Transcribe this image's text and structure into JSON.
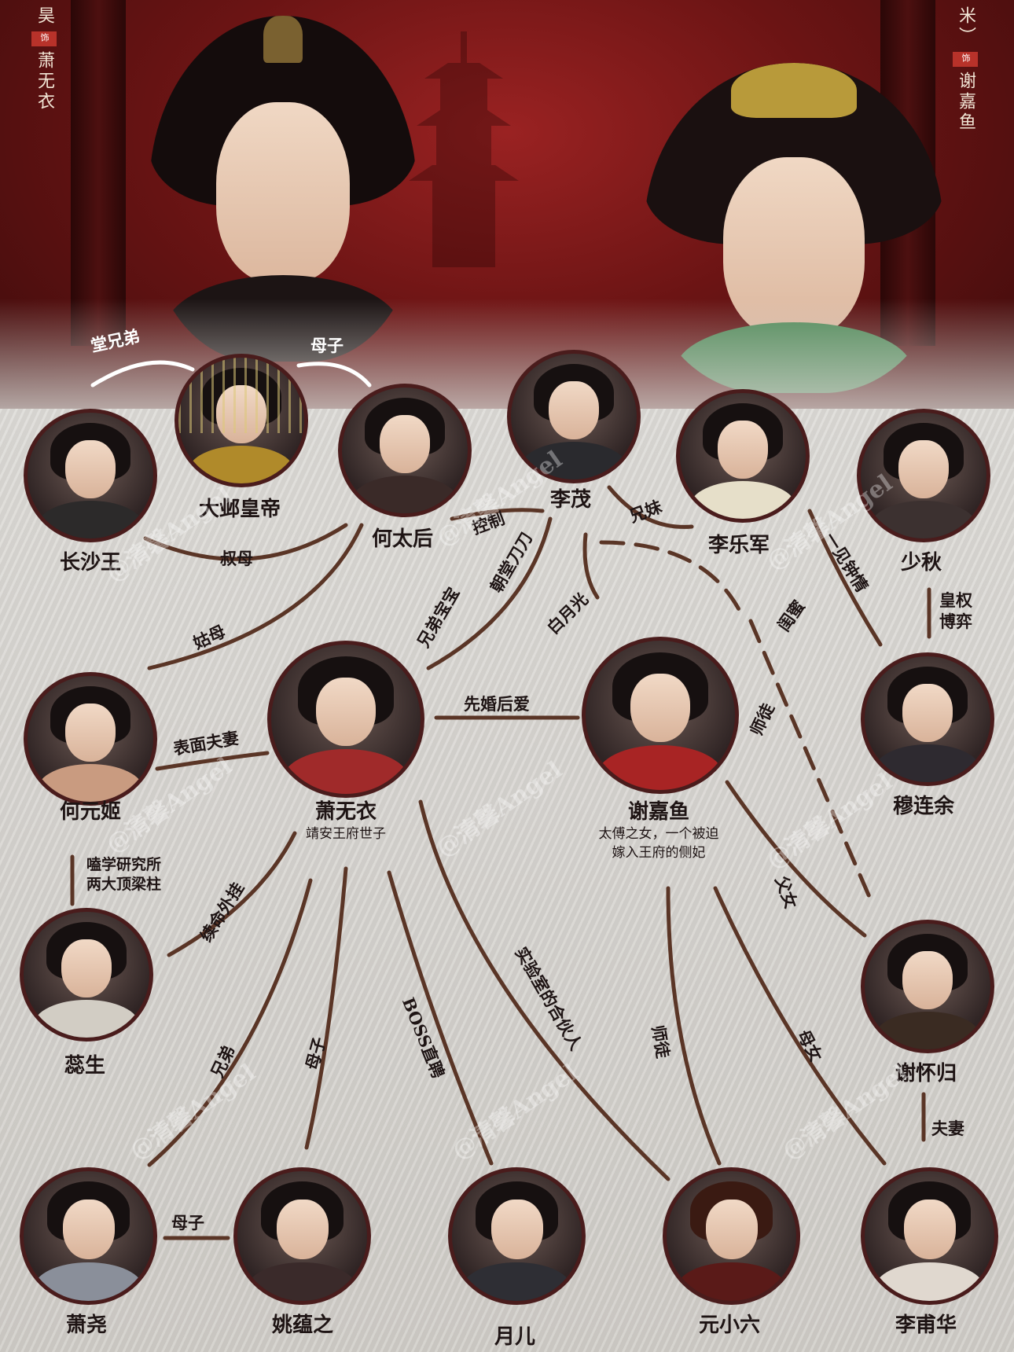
{
  "leads": {
    "male": {
      "actor": "昊",
      "tag": "饰",
      "role": "萧无衣"
    },
    "female": {
      "actor": "米）",
      "tag": "饰",
      "role": "谢嘉鱼"
    }
  },
  "characters": {
    "changshawang": {
      "name": "长沙王"
    },
    "emperor": {
      "name": "大邺皇帝"
    },
    "hetaihou": {
      "name": "何太后"
    },
    "limao": {
      "name": "李茂"
    },
    "lilejun": {
      "name": "李乐军"
    },
    "shaoqiu": {
      "name": "少秋"
    },
    "heyuanji": {
      "name": "何元姬"
    },
    "xiaowuyi": {
      "name": "萧无衣",
      "subtitle": "靖安王府世子"
    },
    "xiejiayu": {
      "name": "谢嘉鱼",
      "subtitle_1": "太傅之女，一个被迫",
      "subtitle_2": "嫁入王府的侧妃"
    },
    "mulianyu": {
      "name": "穆连余"
    },
    "ruisheng": {
      "name": "蕊生"
    },
    "xiehuaigui": {
      "name": "谢怀归"
    },
    "xiaoyao": {
      "name": "萧尧"
    },
    "yaoyunzhi": {
      "name": "姚蕴之"
    },
    "yuer": {
      "name": "月儿"
    },
    "yuanxiaoliu": {
      "name": "元小六"
    },
    "lifuhua": {
      "name": "李甫华"
    }
  },
  "relations": {
    "tangxiongdi": "堂兄弟",
    "muzi_top": "母子",
    "shumu": "叔母",
    "kongzhi": "控制",
    "xiongmei": "兄妹",
    "gumu": "姑母",
    "xiongdi_baobao": "兄弟宝宝",
    "chaotang_daodao": "朝堂刀刀",
    "baiyueguang": "白月光",
    "guimi": "闺蜜",
    "yijianzhongqing": "一见钟情",
    "huangquan_1": "皇权",
    "huangquan_2": "博弈",
    "biaomian_fuqi": "表面夫妻",
    "xianhun_houai": "先婚后爱",
    "shitu_right": "师徒",
    "fuxi": "父女",
    "kexue_1": "嗑学研究所",
    "kexue_2": "两大顶梁柱",
    "xuming_waigua": "续命外挂",
    "xiongdi": "兄弟",
    "muzi_mid": "母子",
    "boss": "BOSS直聘",
    "shiyanshi": "实验室的合伙人",
    "shitu_bottom": "师徒",
    "munu": "母女",
    "fuqi": "夫妻",
    "muzi_bottom": "母子"
  },
  "watermark": "@清馨Angel"
}
